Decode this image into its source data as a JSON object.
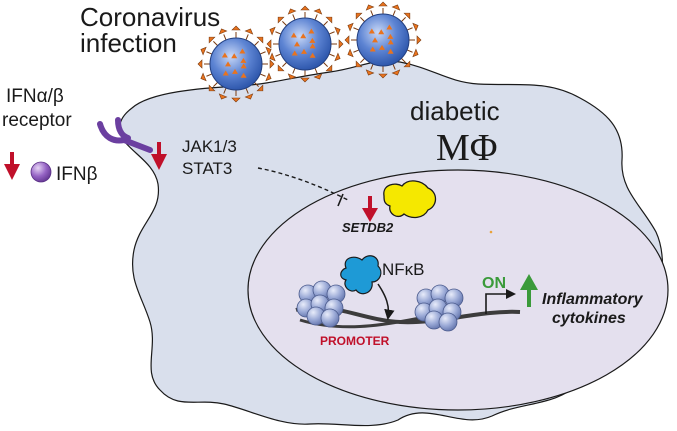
{
  "virus_label": [
    "Coronavirus",
    "infection"
  ],
  "receptor_label": [
    "IFNα/β",
    "receptor"
  ],
  "ifnb_label": "IFNβ",
  "cell_label": [
    "diabetic",
    "MΦ"
  ],
  "signaling_label": [
    "JAK1/3",
    "STAT3"
  ],
  "setdb2_label": "SETDB2",
  "nfkb_label": "NFκB",
  "on_label": "ON",
  "promoter_label": "PROMOTER",
  "cytokines_label": [
    "Inflammatory",
    "cytokines"
  ],
  "colors": {
    "cell_fill": "#d9dfec",
    "nucleus_fill": "#e4e0ee",
    "down_arrow": "#c0102a",
    "up_arrow": "#3a9a3a",
    "receptor": "#6b3fa0",
    "setdb2": "#f5e800",
    "nfkb": "#1e9ad6",
    "promoter_text": "#c0102a",
    "on_text": "#3a9a3a",
    "virus_body": "#4a74c8",
    "virus_spike": "#e9731e"
  },
  "icons": [
    "virus-icon",
    "receptor-icon",
    "ifnb-sphere-icon",
    "down-arrow-icon",
    "up-arrow-icon",
    "nucleosome-icon",
    "setdb2-protein-icon",
    "nfkb-protein-icon",
    "transcription-start-icon"
  ]
}
